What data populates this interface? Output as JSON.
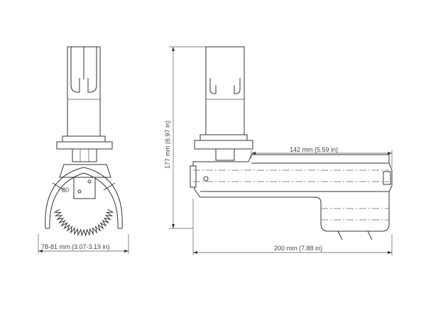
{
  "dimensions": {
    "width": "78-81 mm  (3.07-3.19 in)",
    "height": "177 mm  (6.97 in)",
    "arm_length": "142 mm  (5.59 in)",
    "total_length": "200 mm  (7.88 in)"
  },
  "labels": {
    "part_number": "80"
  }
}
